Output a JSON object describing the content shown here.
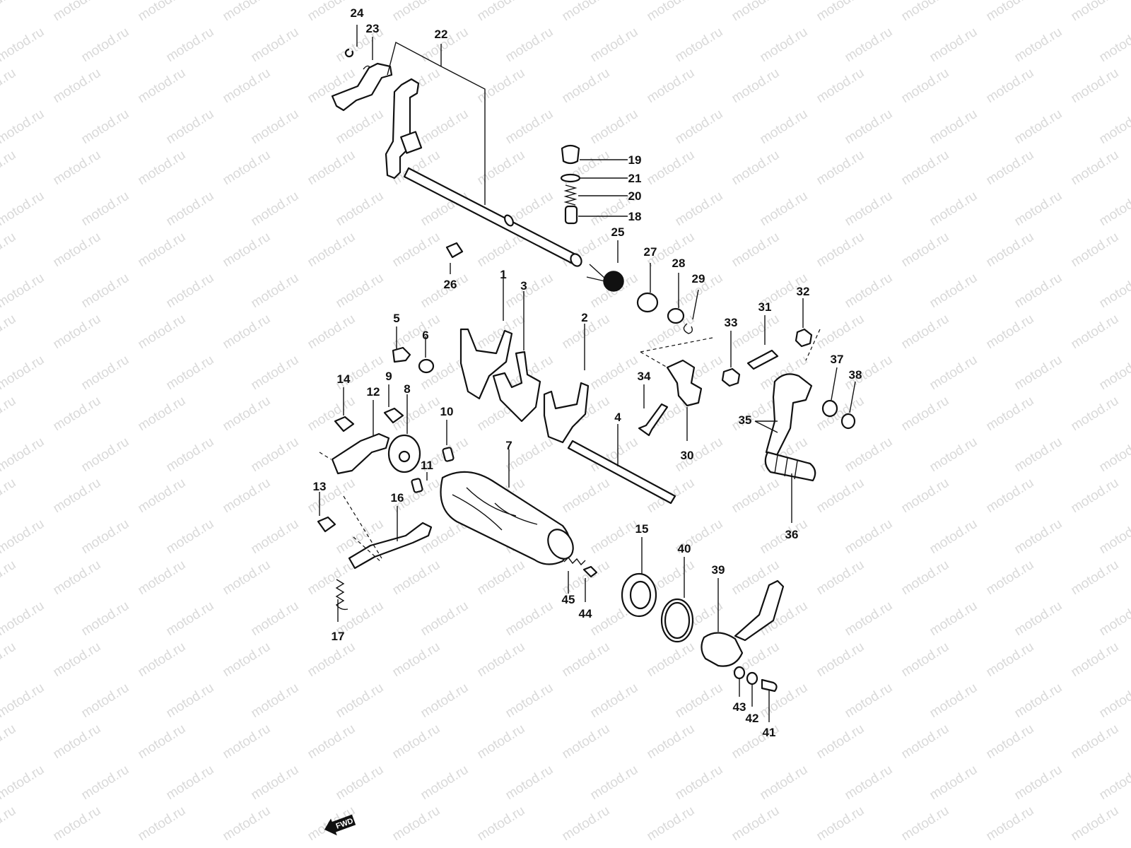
{
  "diagram": {
    "watermark": "motod.ru",
    "fwd_label": "FWD",
    "callouts": [
      {
        "id": "1",
        "label": "1"
      },
      {
        "id": "2",
        "label": "2"
      },
      {
        "id": "3",
        "label": "3"
      },
      {
        "id": "4",
        "label": "4"
      },
      {
        "id": "5",
        "label": "5"
      },
      {
        "id": "6",
        "label": "6"
      },
      {
        "id": "7",
        "label": "7"
      },
      {
        "id": "8",
        "label": "8"
      },
      {
        "id": "9",
        "label": "9"
      },
      {
        "id": "10",
        "label": "10"
      },
      {
        "id": "11",
        "label": "11"
      },
      {
        "id": "12",
        "label": "12"
      },
      {
        "id": "13",
        "label": "13"
      },
      {
        "id": "14",
        "label": "14"
      },
      {
        "id": "15",
        "label": "15"
      },
      {
        "id": "16",
        "label": "16"
      },
      {
        "id": "17",
        "label": "17"
      },
      {
        "id": "18",
        "label": "18"
      },
      {
        "id": "19",
        "label": "19"
      },
      {
        "id": "20",
        "label": "20"
      },
      {
        "id": "21",
        "label": "21"
      },
      {
        "id": "22",
        "label": "22"
      },
      {
        "id": "23",
        "label": "23"
      },
      {
        "id": "24",
        "label": "24"
      },
      {
        "id": "25",
        "label": "25"
      },
      {
        "id": "26",
        "label": "26"
      },
      {
        "id": "27",
        "label": "27"
      },
      {
        "id": "28",
        "label": "28"
      },
      {
        "id": "29",
        "label": "29"
      },
      {
        "id": "30",
        "label": "30"
      },
      {
        "id": "31",
        "label": "31"
      },
      {
        "id": "32",
        "label": "32"
      },
      {
        "id": "33",
        "label": "33"
      },
      {
        "id": "34",
        "label": "34"
      },
      {
        "id": "35",
        "label": "35"
      },
      {
        "id": "36",
        "label": "36"
      },
      {
        "id": "37",
        "label": "37"
      },
      {
        "id": "38",
        "label": "38"
      },
      {
        "id": "39",
        "label": "39"
      },
      {
        "id": "40",
        "label": "40"
      },
      {
        "id": "41",
        "label": "41"
      },
      {
        "id": "42",
        "label": "42"
      },
      {
        "id": "43",
        "label": "43"
      },
      {
        "id": "44",
        "label": "44"
      },
      {
        "id": "45",
        "label": "45"
      }
    ]
  }
}
